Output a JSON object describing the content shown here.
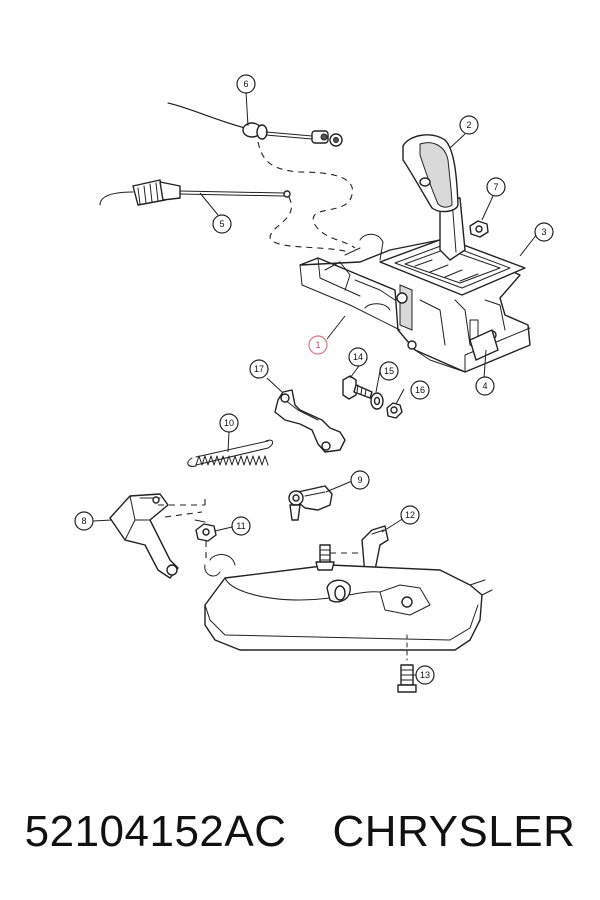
{
  "callouts": [
    {
      "id": "callout-1",
      "label": "1",
      "highlight": true
    },
    {
      "id": "callout-2",
      "label": "2"
    },
    {
      "id": "callout-3",
      "label": "3"
    },
    {
      "id": "callout-4",
      "label": "4"
    },
    {
      "id": "callout-5",
      "label": "5"
    },
    {
      "id": "callout-6",
      "label": "6"
    },
    {
      "id": "callout-7",
      "label": "7"
    },
    {
      "id": "callout-8",
      "label": "8"
    },
    {
      "id": "callout-9",
      "label": "9"
    },
    {
      "id": "callout-10",
      "label": "10"
    },
    {
      "id": "callout-11",
      "label": "11"
    },
    {
      "id": "callout-12",
      "label": "12"
    },
    {
      "id": "callout-13",
      "label": "13"
    },
    {
      "id": "callout-14",
      "label": "14"
    },
    {
      "id": "callout-15",
      "label": "15"
    },
    {
      "id": "callout-16",
      "label": "16"
    },
    {
      "id": "callout-17",
      "label": "17"
    }
  ],
  "caption": {
    "part_number": "52104152AC",
    "brand": "CHRYSLER"
  },
  "colors": {
    "line": "#222222",
    "highlight": "#e0707a",
    "background": "#ffffff"
  }
}
